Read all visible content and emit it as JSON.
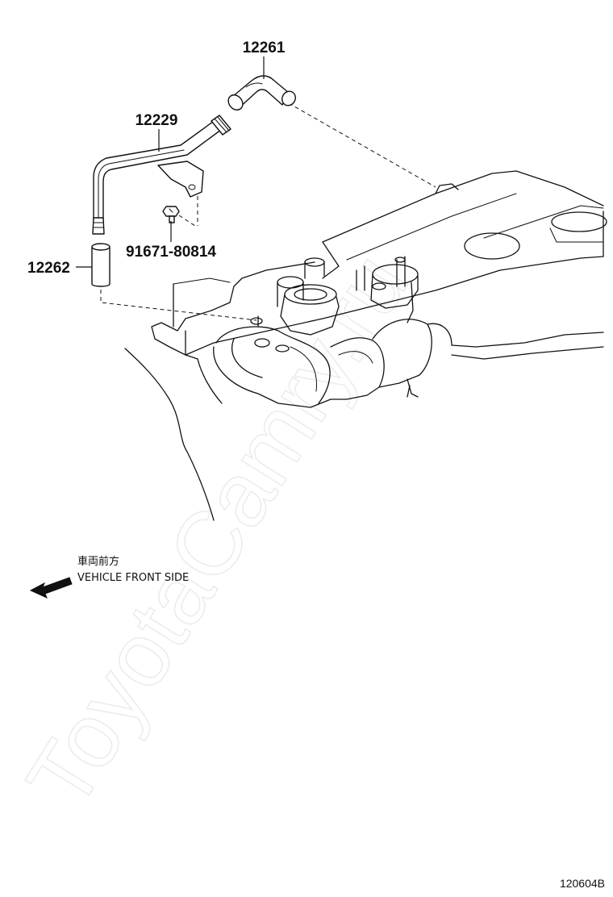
{
  "parts": [
    {
      "id": "hose_top",
      "number": "12261"
    },
    {
      "id": "ventilation_pipe",
      "number": "12229"
    },
    {
      "id": "bolt",
      "number": "91671-80814"
    },
    {
      "id": "hose_lower",
      "number": "12262"
    }
  ],
  "direction_note": {
    "japanese": "車両前方",
    "english": "VEHICLE FRONT SIDE"
  },
  "diagram_code": "120604B",
  "watermark": "ToyotaCamry.ru"
}
